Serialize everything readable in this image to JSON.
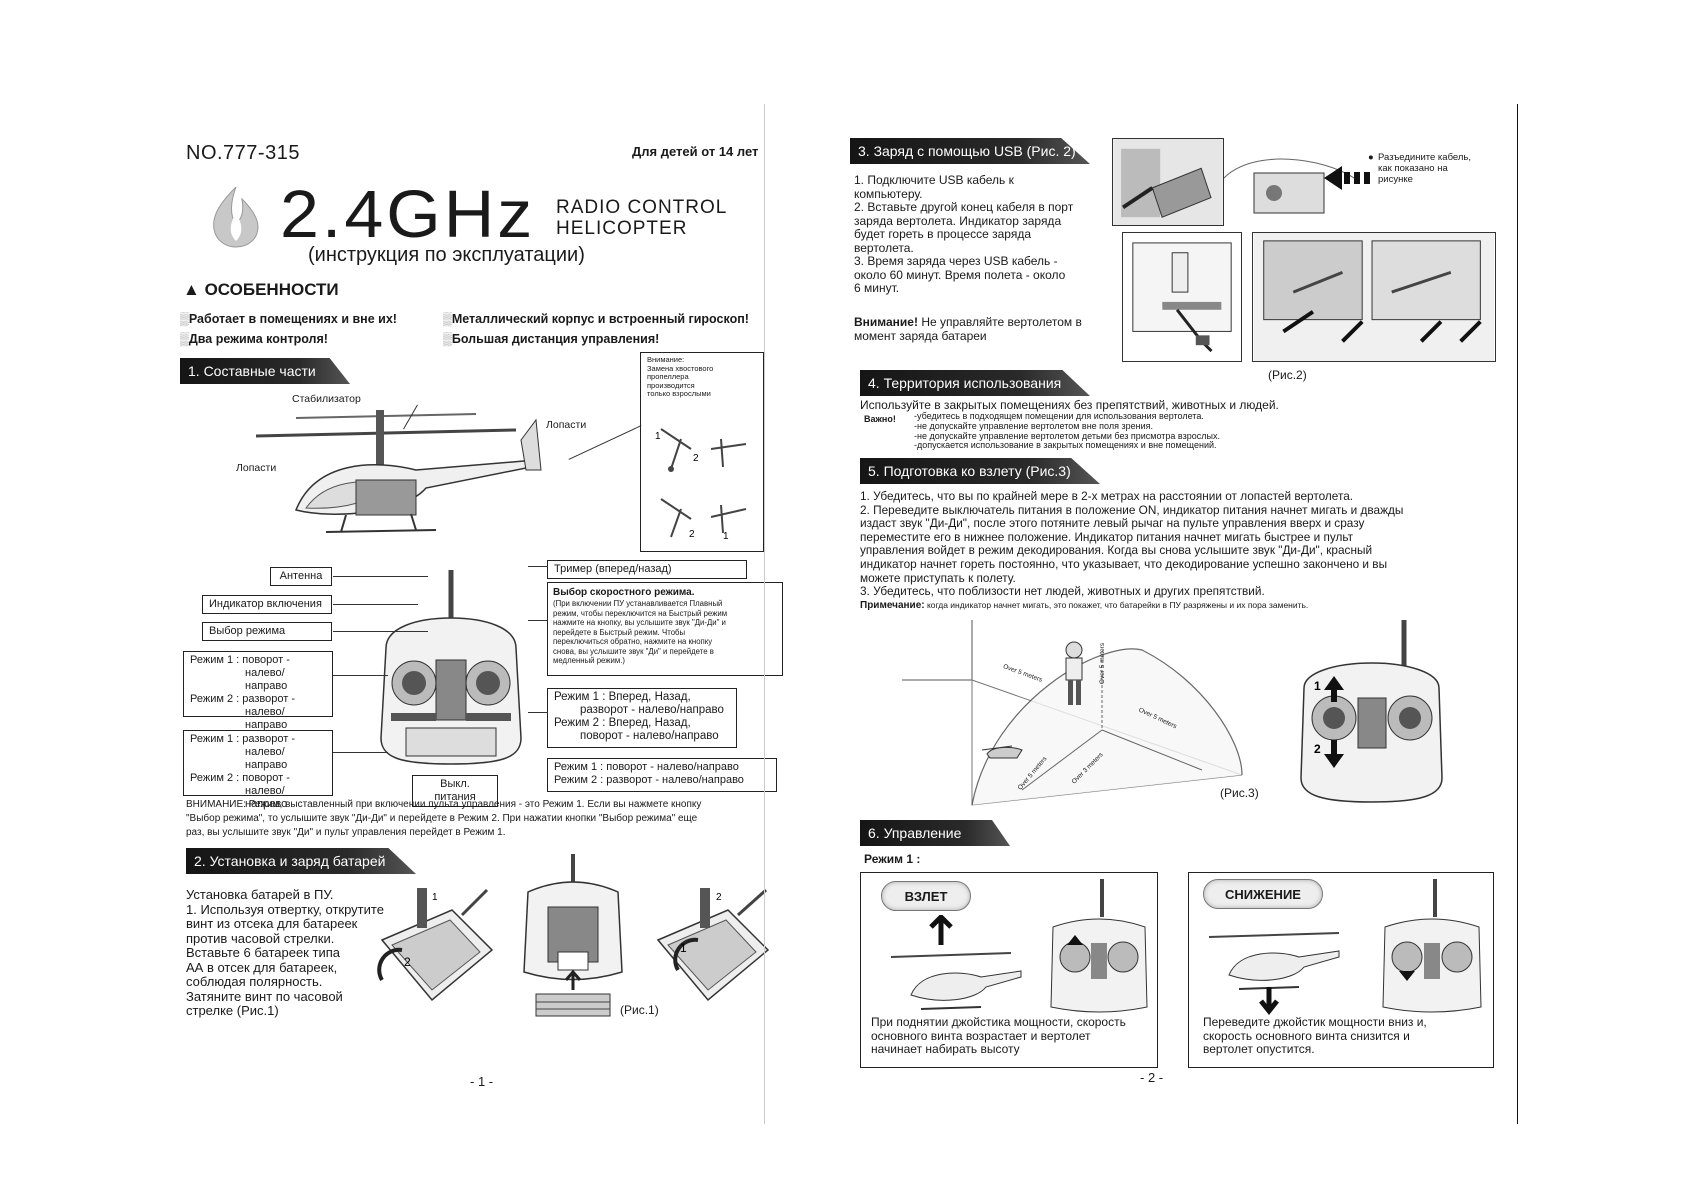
{
  "page1": {
    "model_no": "NO.777-315",
    "age_note": "Для детей от 14 лет",
    "brand_big": "2.4GHz",
    "brand_small_line1": "RADIO CONTROL",
    "brand_small_line2": "HELICOPTER",
    "subtitle": "(инструкция по эксплуатации)",
    "features_title": "ОСОБЕННОСТИ",
    "features": [
      "Работает в помещениях и вне их!",
      "Металлический корпус и встроенный гироскоп!",
      "Два режима контроля!",
      "Большая дистанция управления!"
    ],
    "sec1_title": "1. Составные части",
    "label_stabilizer": "Стабилизатор",
    "label_blades_left": "Лопасти",
    "label_blades_right": "Лопасти",
    "tail_note": [
      "Внимание:",
      "Замена хвостового",
      "пропеллера",
      "производится",
      "только взрослыми"
    ],
    "antenna": "Антенна",
    "power_indicator": "Индикатор включения",
    "mode_select": "Выбор режима",
    "left_stick_box": [
      "Режим 1 : поворот -",
      "налево/направо",
      "Режим 2 : разворот -",
      "налево/направо"
    ],
    "left_stick_box2": [
      "Режим 1 : разворот -",
      "налево/направо",
      "Режим 2 : поворот -",
      "налево/направо"
    ],
    "power_off": "Выкл. питания",
    "trimmer": "Тример (вперед/назад)",
    "speed_select_title": "Выбор скоростного режима.",
    "speed_select_text": [
      "(При включении ПУ устанавливается Плавный",
      "режим, чтобы переключится на Быстрый режим",
      "нажмите на кнопку, вы услышите звук \"Ди-Ди\" и",
      "перейдете в Быстрый режим. Чтобы",
      "переключиться обратно, нажмите на кнопку",
      "снова, вы услышите звук \"Ди\" и перейдете в",
      "медленный режим.)"
    ],
    "right_stick_box": [
      "Режим 1 : Вперед, Назад,",
      "разворот - налево/направо",
      "Режим 2 : Вперед, Назад,",
      "поворот - налево/направо"
    ],
    "right_stick_box2": [
      "Режим 1 : поворот - налево/направо",
      "Режим 2 : разворот - налево/направо"
    ],
    "warning": [
      "ВНИМАНИЕ: Режим, выставленный при включении пульта управления - это Режим 1. Если вы нажмете кнопку",
      "\"Выбор режима\", то услышите звук \"Ди-Ди\" и перейдете в Режим 2. При нажатии кнопки \"Выбор режима\" еще",
      "раз, вы услышите звук \"Ди\" и пульт управления перейдет в Режим 1."
    ],
    "sec2_title": "2. Установка и заряд батарей",
    "battery_text": [
      "Установка батарей в ПУ.",
      "1. Используя отвертку, открутите",
      "винт из отсека для батареек",
      "против часовой стрелки.",
      "Вставьте 6 батареек типа",
      "АА в отсек для батареек,",
      "соблюдая полярность.",
      "Затяните винт по часовой",
      "стрелке (Рис.1)"
    ],
    "fig1": "(Рис.1)",
    "page_num": "- 1 -"
  },
  "page2": {
    "sec3_title": "3. Заряд с помощью USB (Рис. 2)",
    "usb_text": [
      "1. Подключите USB кабель к",
      "компьютеру.",
      "2. Вставьте другой конец кабеля в порт",
      "заряда вертолета. Индикатор заряда",
      "будет гореть в процессе заряда",
      "вертолета.",
      "3. Время заряда через USB кабель -",
      "около 60 минут. Время полета - около",
      "6 минут."
    ],
    "usb_warning_bold": "Внимание!",
    "usb_warning": [
      " Не управляйте вертолетом в",
      "момент заряда батареи"
    ],
    "unplug_note": [
      "Разъедините кабель,",
      "как показано на",
      "рисунке"
    ],
    "fig2": "(Рис.2)",
    "sec4_title": "4. Территория использования",
    "territory_main": "Используйте в закрытых помещениях без препятствий, животных и людей.",
    "important_label": "Важно!",
    "important_lines": [
      "-убедитесь в подходящем помещении для использования вертолета.",
      "-не допускайте управление вертолетом вне поля зрения.",
      "-не допускайте управление вертолетом детьми без присмотра взрослых.",
      "-допускается использование в закрытых помещениях и вне помещений."
    ],
    "sec5_title": "5. Подготовка ко взлету (Рис.3)",
    "prep_text": [
      "1. Убедитесь, что вы по крайней мере в 2-х метрах на расстоянии от лопастей вертолета.",
      "2. Переведите выключатель питания в положение ON, индикатор питания начнет мигать и дважды",
      "издаст звук \"Ди-Ди\", после этого потяните левый рычаг на пульте управления вверх и сразу",
      "переместите его в нижнее положение. Индикатор питания начнет мигать быстрее и пульт",
      "управления войдет в режим декодирования. Когда вы снова услышите звук \"Ди-Ди\", красный",
      "индикатор начнет гореть постоянно, что указывает, что декодирование успешно закончено и вы",
      "можете приступать к полету.",
      "3. Убедитесь, что поблизости нет людей, животных и других препятствий."
    ],
    "note_label": "Примечание:",
    "note_text": "когда индикатор начнет мигать, это покажет, что батарейки в ПУ разряжены и их пора заменить.",
    "dist_labels": [
      "Over 5 meters",
      "Over 5 meters",
      "Over 5 meters",
      "Over 5 meters",
      "Over 3 meters"
    ],
    "fig3": "(Рис.3)",
    "sec6_title": "6. Управление",
    "mode1": "Режим 1 :",
    "takeoff": "ВЗЛЕТ",
    "takeoff_text": [
      "При поднятии джойстика мощности, скорость",
      "основного винта возрастает и вертолет",
      "начинает набирать высоту"
    ],
    "landing": "СНИЖЕНИЕ",
    "landing_text": [
      "Переведите джойстик мощности вниз и,",
      "скорость основного винта снизится и",
      "вертолет опустится."
    ],
    "page_num": "- 2 -"
  }
}
